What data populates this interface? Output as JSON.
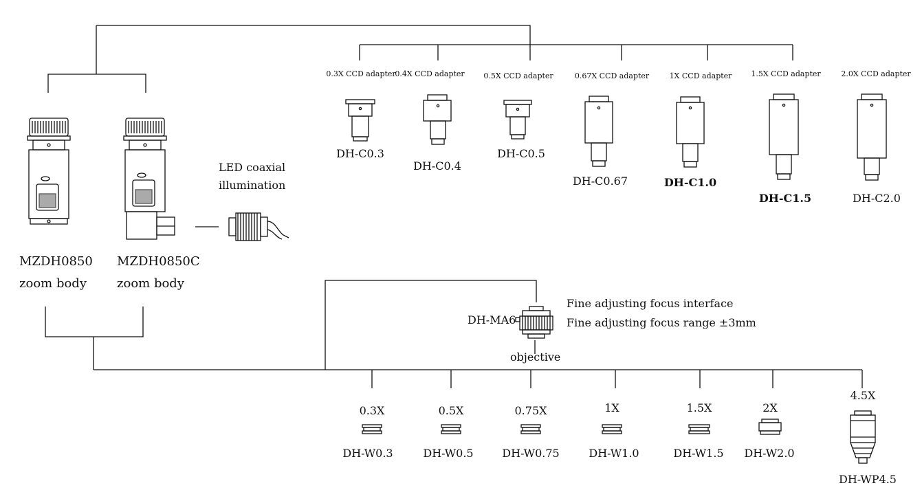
{
  "zoom_bodies": [
    {
      "model": "MZDH0850",
      "desc": "zoom body"
    },
    {
      "model": "MZDH0850C",
      "desc": "zoom body"
    }
  ],
  "led": {
    "line1": "LED coaxial",
    "line2": "illumination"
  },
  "ccd_adapters": [
    {
      "title": "0.3X CCD adapter",
      "code": "DH-C0.3"
    },
    {
      "title": "0.4X CCD adapter",
      "code": "DH-C0.4"
    },
    {
      "title": "0.5X CCD adapter",
      "code": "DH-C0.5"
    },
    {
      "title": "0.67X CCD adapter",
      "code": "DH-C0.67"
    },
    {
      "title": "1X CCD adapter",
      "code": "DH-C1.0"
    },
    {
      "title": "1.5X CCD adapter",
      "code": "DH-C1.5"
    },
    {
      "title": "2.0X CCD adapter",
      "code": "DH-C2.0"
    }
  ],
  "fine_focus": {
    "code": "DH-MA6",
    "line1": "Fine adjusting focus interface",
    "line2": "Fine adjusting focus range ±3mm",
    "objective_label": "objective"
  },
  "objectives": [
    {
      "mag": "0.3X",
      "code": "DH-W0.3"
    },
    {
      "mag": "0.5X",
      "code": "DH-W0.5"
    },
    {
      "mag": "0.75X",
      "code": "DH-W0.75"
    },
    {
      "mag": "1X",
      "code": "DH-W1.0"
    },
    {
      "mag": "1.5X",
      "code": "DH-W1.5"
    },
    {
      "mag": "2X",
      "code": "DH-W2.0"
    },
    {
      "mag": "4.5X",
      "code": "DH-WP4.5"
    }
  ]
}
